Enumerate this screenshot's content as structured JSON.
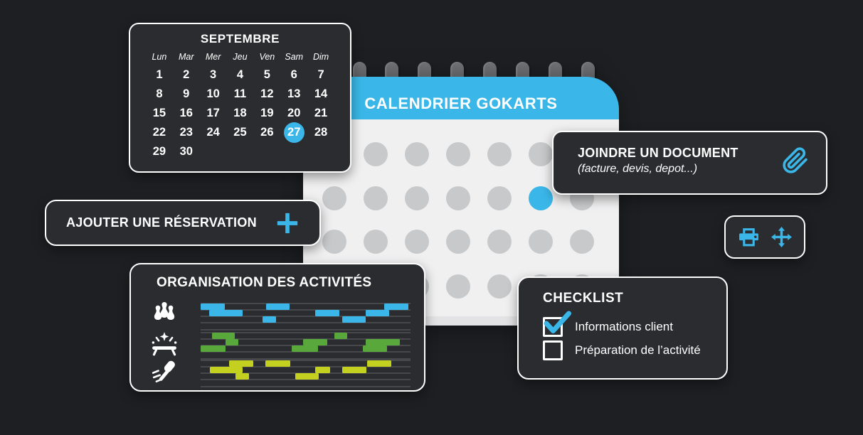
{
  "colors": {
    "background": "#1d1f22",
    "card": "#2a2c2f",
    "accent_blue": "#3ab7e8",
    "green": "#58a83b",
    "yellow": "#c4d020",
    "dot_gray": "#c8c9cb",
    "calendar_paper": "#f0f0f1"
  },
  "mini_calendar": {
    "title": "SEPTEMBRE",
    "weekdays": [
      "Lun",
      "Mar",
      "Mer",
      "Jeu",
      "Ven",
      "Sam",
      "Dim"
    ],
    "weeks": [
      [
        "1",
        "2",
        "3",
        "4",
        "5",
        "6",
        "7"
      ],
      [
        "8",
        "9",
        "10",
        "11",
        "12",
        "13",
        "14"
      ],
      [
        "15",
        "16",
        "17",
        "18",
        "19",
        "20",
        "21"
      ],
      [
        "22",
        "23",
        "24",
        "25",
        "26",
        "27",
        "28"
      ],
      [
        "29",
        "30",
        "",
        "",
        "",
        "",
        ""
      ]
    ],
    "selected_day": "27"
  },
  "main_calendar": {
    "title": "CALENDRIER GOKARTS",
    "binding_pegs": 8,
    "dot_grid": {
      "rows": 4,
      "cols": 7,
      "highlighted": {
        "row": 1,
        "col": 5
      }
    }
  },
  "add_reservation": {
    "label": "AJOUTER UNE RÉSERVATION",
    "icon": "plus-icon"
  },
  "attach_document": {
    "title": "JOINDRE UN DOCUMENT",
    "subtitle": "(facture, devis, depot...)",
    "icon": "paperclip-icon"
  },
  "toolbar": {
    "icons": [
      "printer-icon",
      "move-icon"
    ]
  },
  "organisation": {
    "title": "ORGANISATION DES ACTIVITÉS",
    "groups": [
      {
        "activity": "bowling",
        "icon": "bowling-pins-icon",
        "color": "#3ab7e8",
        "rows": [
          [
            [
              0,
              11.6
            ],
            [
              31.1,
              11.3
            ],
            [
              87.6,
              11.4
            ]
          ],
          [
            [
              4.2,
              15.9
            ],
            [
              54.6,
              11.5
            ],
            [
              78.5,
              11.5
            ]
          ],
          [
            [
              29.6,
              6.2
            ],
            [
              67.5,
              11.1
            ]
          ]
        ]
      },
      {
        "activity": "trampoline",
        "icon": "trampoline-icon",
        "color": "#58a83b",
        "rows": [
          [
            [
              5.3,
              11.1
            ],
            [
              63.6,
              6.1
            ]
          ],
          [
            [
              11.9,
              6.2
            ],
            [
              48.9,
              11.5
            ],
            [
              78.7,
              16.2
            ]
          ],
          [
            [
              0,
              11.9
            ],
            [
              43.5,
              12.4
            ],
            [
              77.2,
              11.5
            ]
          ]
        ]
      },
      {
        "activity": "axe-throwing",
        "icon": "axe-icon",
        "color": "#c4d020",
        "rows": [
          [
            [
              13.6,
              11.6
            ],
            [
              30.8,
              11.8
            ],
            [
              79.4,
              11.5
            ]
          ],
          [
            [
              4.5,
              15.5
            ],
            [
              54.6,
              7.2
            ],
            [
              67.5,
              11.6
            ]
          ],
          [
            [
              16.7,
              6.4
            ],
            [
              45.0,
              11.2
            ]
          ]
        ]
      }
    ]
  },
  "checklist": {
    "title": "CHECKLIST",
    "items": [
      {
        "label": "Informations client",
        "checked": true
      },
      {
        "label": "Préparation de l’activité",
        "checked": false
      }
    ]
  }
}
